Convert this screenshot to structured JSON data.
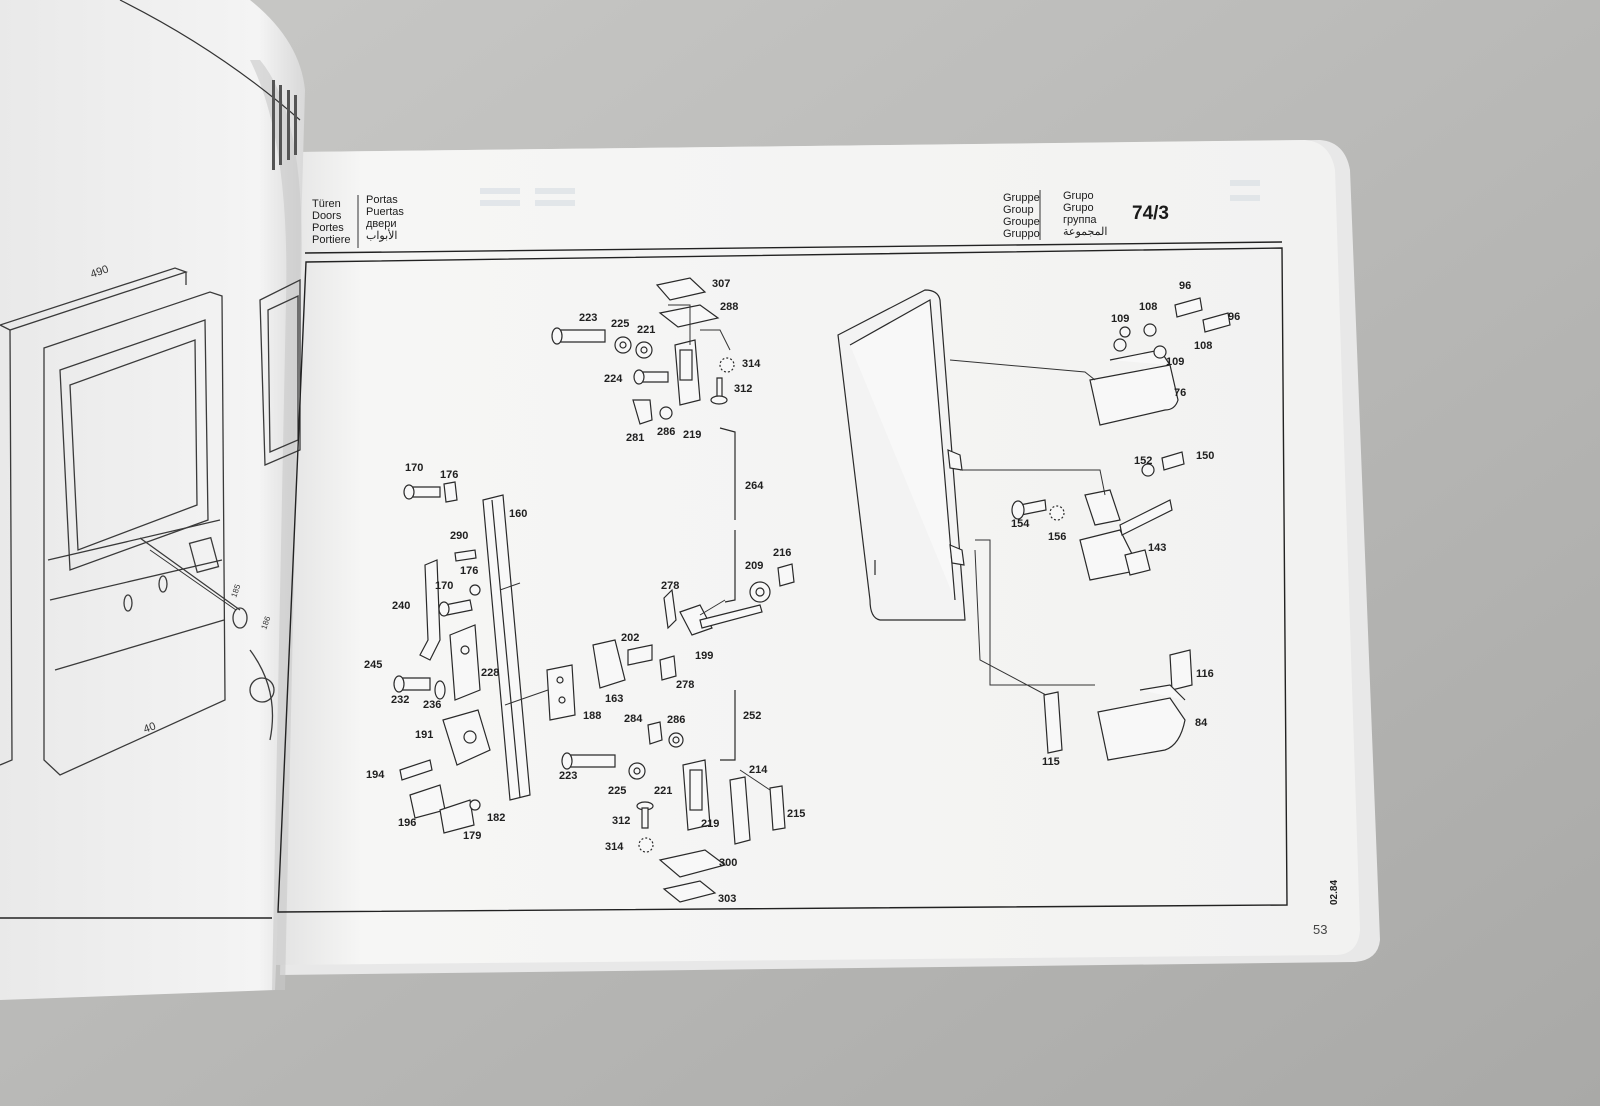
{
  "header": {
    "title_col1": [
      "Türen",
      "Doors",
      "Portes",
      "Portiere"
    ],
    "title_col2": [
      "Portas",
      "Puertas",
      "двери",
      "الأبواب"
    ],
    "group_col1": [
      "Gruppe",
      "Group",
      "Groupe",
      "Gruppo"
    ],
    "group_col2": [
      "Grupo",
      "Grupo",
      "группа",
      "المجموعة"
    ],
    "group_number": "74/3"
  },
  "footer": {
    "page_number": "53",
    "date_code": "02.84"
  },
  "left_page_labels": [
    "490",
    "40",
    "185",
    "186"
  ],
  "callouts": [
    "307",
    "288",
    "223",
    "225",
    "221",
    "314",
    "224",
    "312",
    "281",
    "286",
    "219",
    "264",
    "170",
    "176",
    "160",
    "290",
    "176",
    "170",
    "240",
    "245",
    "232",
    "236",
    "228",
    "191",
    "194",
    "196",
    "179",
    "182",
    "188",
    "278",
    "202",
    "199",
    "163",
    "278",
    "209",
    "216",
    "252",
    "284",
    "286",
    "223",
    "225",
    "221",
    "312",
    "314",
    "219",
    "214",
    "215",
    "300",
    "303",
    "96",
    "109",
    "108",
    "96",
    "108",
    "109",
    "76",
    "152",
    "150",
    "154",
    "156",
    "143",
    "116",
    "84",
    "115"
  ]
}
